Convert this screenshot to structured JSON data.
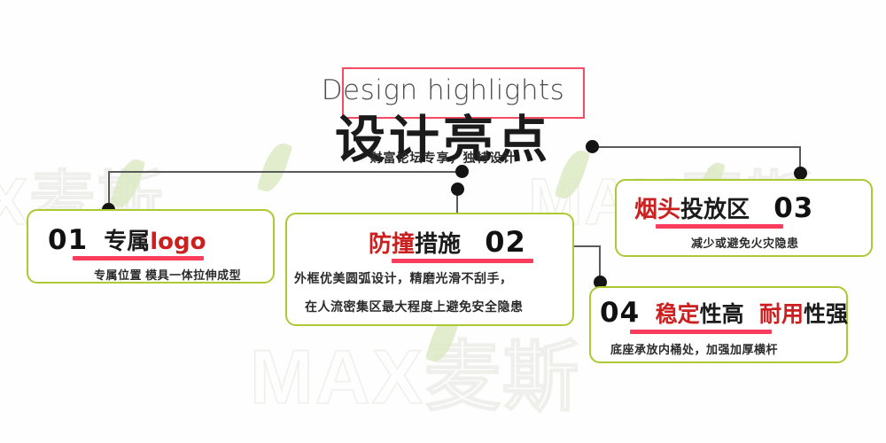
{
  "header": {
    "english_title": "Design highlights",
    "chinese_title": "设计亮点",
    "subtitle": "财富论坛专享，独特设计"
  },
  "colors": {
    "accent_green": "#abc932",
    "accent_red": "#cc2020",
    "underline_pink": "#fb3d5c",
    "frame_pink": "#f74a63",
    "text_dark": "#1b1b1b",
    "connector": "#5a5a5a"
  },
  "watermark": {
    "text_left": "X麦斯",
    "text_right": "MAX麦斯",
    "text_center": "MAX麦斯"
  },
  "cards": [
    {
      "number": "01",
      "title_plain": "专属",
      "title_highlight": "logo",
      "subtitle": "专属位置  模具一体拉伸成型",
      "number_first": true
    },
    {
      "number": "02",
      "title_highlight": "防撞",
      "title_plain": "措施",
      "subtitle_line1": "外框优美圆弧设计，精磨光滑不刮手，",
      "subtitle_line2": "在人流密集区最大程度上避免安全隐患",
      "number_first": false
    },
    {
      "number": "03",
      "title_highlight": "烟头",
      "title_plain": "投放区",
      "subtitle": "减少或避免火灾隐患",
      "number_first": false
    },
    {
      "number": "04",
      "title_highlight_a": "稳定",
      "title_plain_a": "性高",
      "title_highlight_b": "耐用",
      "title_plain_b": "性强",
      "subtitle": "底座承放内桶处，加强加厚横杆",
      "number_first": true
    }
  ]
}
